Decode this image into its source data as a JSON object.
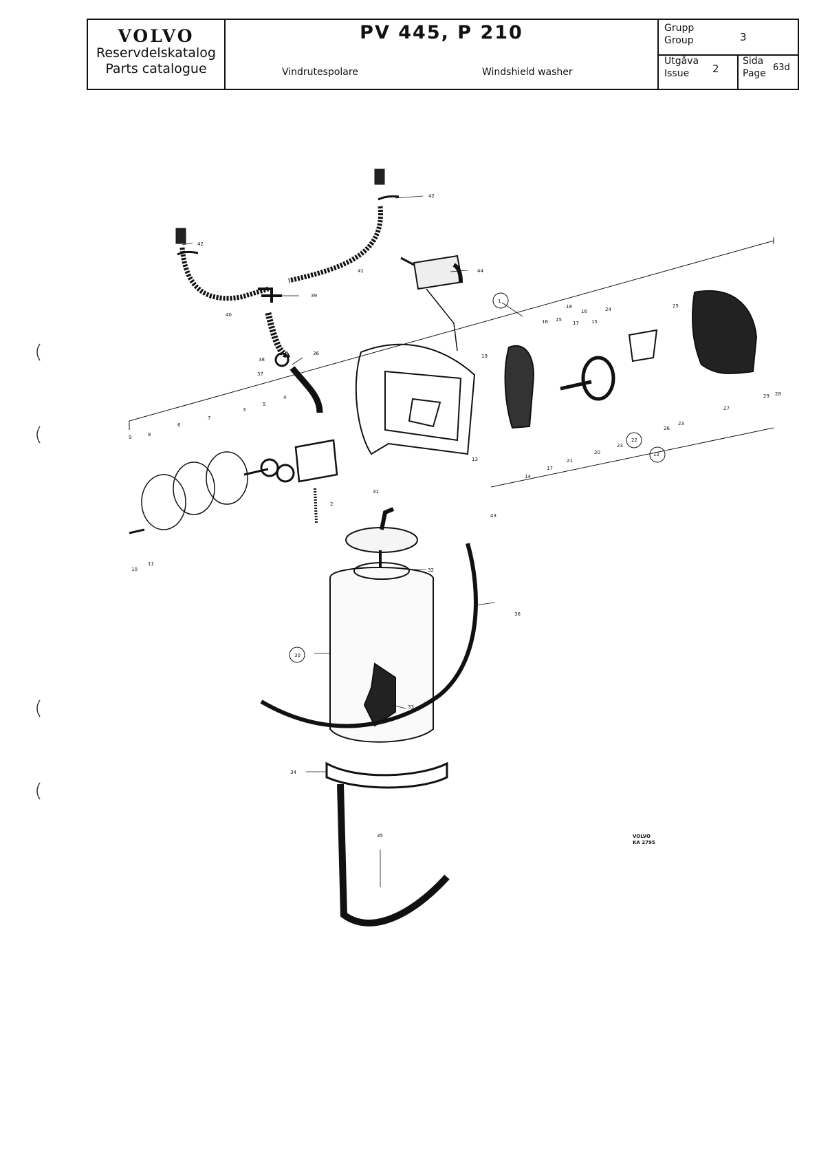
{
  "header": {
    "brand": "VOLVO",
    "catalog_sv": "Reservdelskatalog",
    "catalog_en": "Parts catalogue",
    "model": "PV 445, P 210",
    "title_sv": "Vindrutespolare",
    "title_en": "Windshield washer",
    "group_label_sv": "Grupp",
    "group_label_en": "Group",
    "group_value": "3",
    "issue_label_sv": "Utgåva",
    "issue_label_en": "Issue",
    "issue_value": "2",
    "page_label_sv": "Sida",
    "page_label_en": "Page",
    "page_value": "63d"
  },
  "diagram": {
    "callouts": [
      "1",
      "2",
      "3",
      "4",
      "5",
      "6",
      "7",
      "8",
      "9",
      "10",
      "11",
      "12",
      "13",
      "14",
      "15",
      "15",
      "16",
      "16",
      "17",
      "17",
      "18",
      "19",
      "20",
      "21",
      "22",
      "23",
      "23",
      "24",
      "25",
      "26",
      "27",
      "28",
      "29",
      "30",
      "31",
      "32",
      "33",
      "34",
      "35",
      "36",
      "36",
      "37",
      "38",
      "39",
      "40",
      "41",
      "42",
      "42",
      "43",
      "44"
    ],
    "stamp_line1": "VOLVO",
    "stamp_line2": "KA 2795"
  }
}
